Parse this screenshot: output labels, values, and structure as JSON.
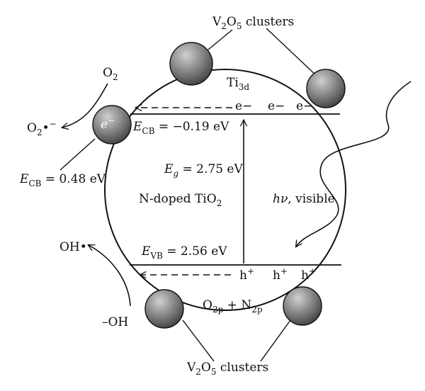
{
  "labels": {
    "v2o5_top": {
      "main": "V",
      "s1": "2",
      "mid": "O",
      "s2": "5",
      "tail": " clusters"
    },
    "v2o5_bottom": {
      "main": "V",
      "s1": "2",
      "mid": "O",
      "s2": "5",
      "tail": " clusters"
    },
    "ti3d": {
      "main": "Ti",
      "sub": "3d"
    },
    "o2": {
      "main": "O",
      "sub": "2"
    },
    "o2_radical": {
      "main": "O",
      "sub": "2",
      "dot": "•",
      "sup": "−"
    },
    "cluster_electron": {
      "main": "e",
      "sup": "−"
    },
    "electrons": [
      "e−",
      "e−",
      "e−"
    ],
    "ecb_tio2": {
      "var": "E",
      "sub": "CB",
      "value": " = −0.19 eV"
    },
    "ecb_v2o5": {
      "var": "E",
      "sub": "CB",
      "value": " = 0.48 eV"
    },
    "eg": {
      "var": "E",
      "sub": "g",
      "value": " = 2.75 eV"
    },
    "material": {
      "main": "N-doped TiO",
      "sub": "2"
    },
    "light": {
      "var": "hν",
      "value": ", visible"
    },
    "oh_radical": {
      "main": "OH",
      "dot": "•"
    },
    "hydroxide": "–OH",
    "evb": {
      "var": "E",
      "sub": "VB",
      "value": " = 2.56 eV"
    },
    "holes": [
      {
        "main": "h",
        "sup": "+"
      },
      {
        "main": "h",
        "sup": "+"
      },
      {
        "main": "h",
        "sup": "+"
      }
    ],
    "vb_orbitals": {
      "a": "O",
      "a_sub": "2p",
      "plus": " + ",
      "b": "N",
      "b_sub": "2p"
    }
  },
  "colors": {
    "line": "#111111",
    "cluster_light": "#c8c8c8",
    "cluster_dark": "#4a4a4a"
  }
}
